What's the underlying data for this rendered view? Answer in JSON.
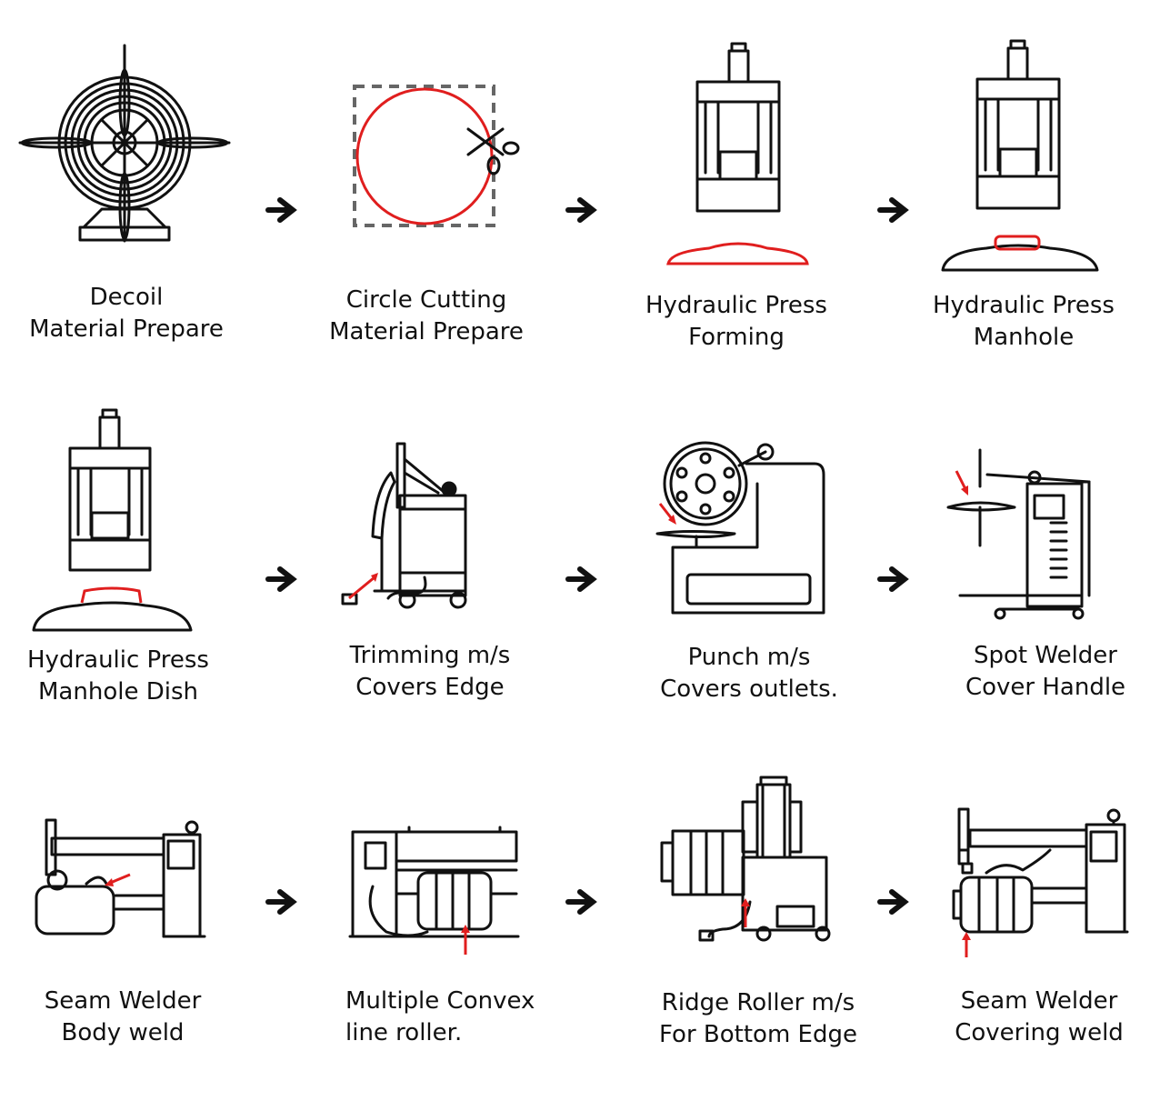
{
  "colors": {
    "line": "#111111",
    "accent": "#e01e1e",
    "background": "#ffffff"
  },
  "steps": [
    {
      "line1": "Decoil",
      "line2": "Material Prepare",
      "icon": "decoiler-icon"
    },
    {
      "line1": "Circle Cutting",
      "line2": "Material Prepare",
      "icon": "circle-cutting-icon"
    },
    {
      "line1": "Hydraulic Press",
      "line2": "Forming",
      "icon": "hydraulic-press-icon"
    },
    {
      "line1": "Hydraulic Press",
      "line2": "Manhole",
      "icon": "hydraulic-press-icon"
    },
    {
      "line1": "Hydraulic Press",
      "line2": "Manhole Dish",
      "icon": "hydraulic-press-icon"
    },
    {
      "line1": "Trimming m/s",
      "line2": "Covers Edge",
      "icon": "trimming-machine-icon"
    },
    {
      "line1": "Punch m/s",
      "line2": "Covers outlets.",
      "icon": "punch-machine-icon"
    },
    {
      "line1": "Spot Welder",
      "line2": "Cover Handle",
      "icon": "spot-welder-icon"
    },
    {
      "line1": "Seam Welder",
      "line2": "Body weld",
      "icon": "seam-welder-icon"
    },
    {
      "line1": "Multiple Convex",
      "line2": "line roller.",
      "icon": "convex-roller-icon"
    },
    {
      "line1": "Ridge Roller m/s",
      "line2": "For Bottom Edge",
      "icon": "ridge-roller-icon"
    },
    {
      "line1": "Seam Welder",
      "line2": "Covering weld",
      "icon": "seam-welder-icon"
    }
  ]
}
